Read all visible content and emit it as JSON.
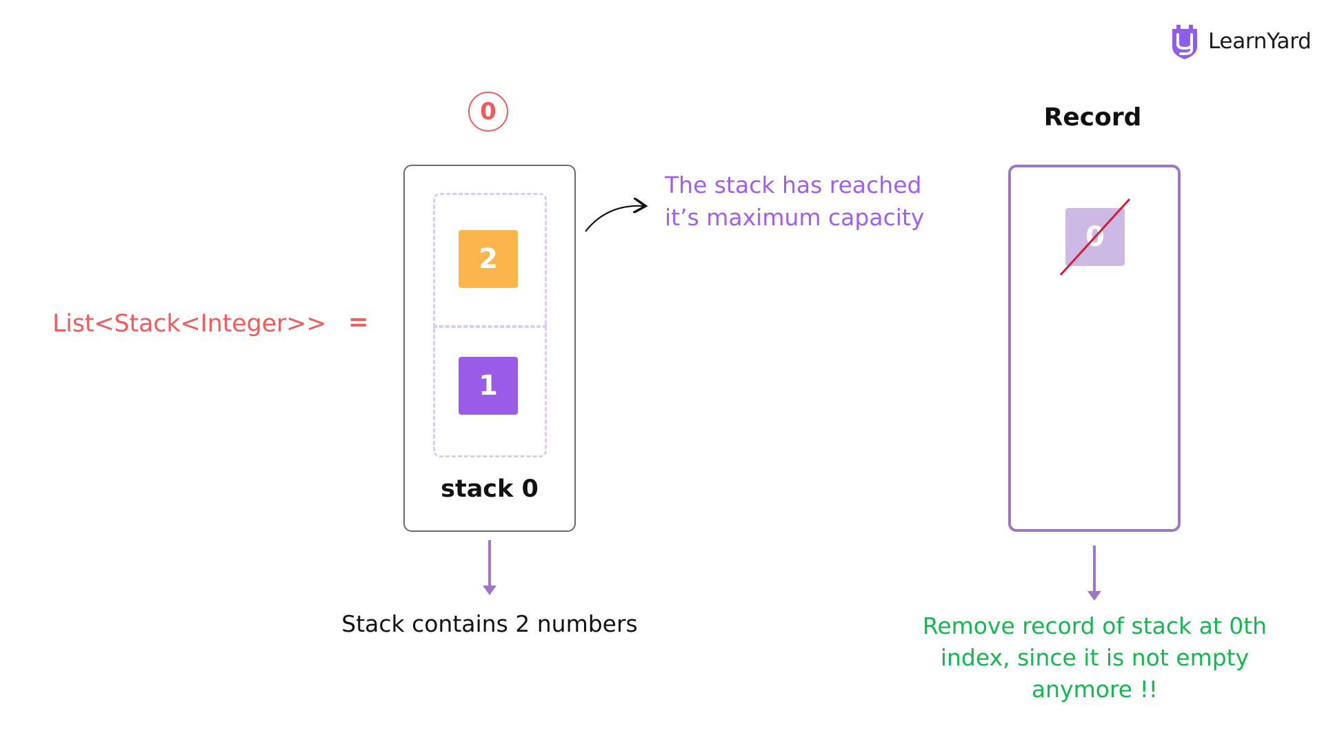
{
  "logo": {
    "text": "LearnYard",
    "icon": "shield-y-logo-icon"
  },
  "list_label": "List<Stack<Integer>>",
  "equals": "=",
  "stack": {
    "index": "0",
    "label": "stack 0",
    "items": [
      "2",
      "1"
    ],
    "colors": {
      "top": "#fbb54c",
      "bottom": "#9a5be8"
    }
  },
  "capacity_note": "The stack has reached it’s maximum capacity",
  "stack_count_note": "Stack contains 2 numbers",
  "record": {
    "title": "Record",
    "entries": [
      "0"
    ],
    "note": "Remove record of stack at 0th index, since it is not empty anymore !!"
  },
  "colors": {
    "accent_red": "#f25b5b",
    "accent_purple": "#a25cf2",
    "record_border": "#9d76c6",
    "success_green": "#14b84f"
  }
}
